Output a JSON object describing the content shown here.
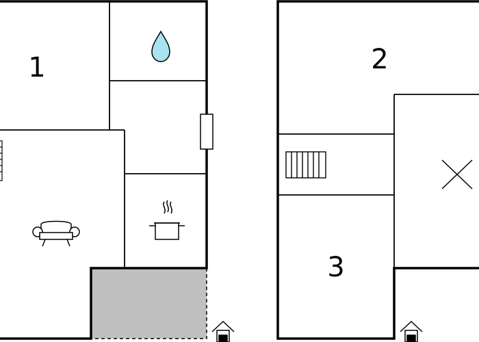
{
  "rooms": [
    {
      "label": "1"
    },
    {
      "label": "2"
    },
    {
      "label": "3"
    }
  ],
  "icons": {
    "bathroom": "water-drop-icon",
    "kitchen": "cooking-pot-icon",
    "living": "sofa-icon",
    "stairs": "stairs-icon",
    "void": "cross-icon",
    "entrance": "house-entrance-icon"
  },
  "colors": {
    "wall": "#000000",
    "interior_wall": "#111111",
    "terrace_fill": "#c0c0c0",
    "water_fill": "#a8e4f0"
  }
}
